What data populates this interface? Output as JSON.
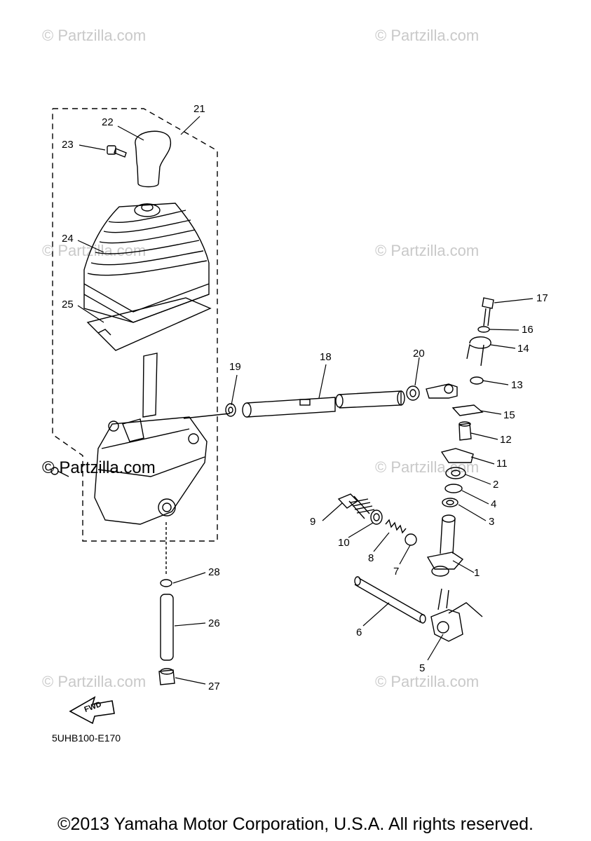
{
  "watermark": "© Partzilla.com",
  "diagram_code": "5UHB100-E170",
  "fwd_label": "FWD",
  "copyright": "©2013 Yamaha Motor Corporation, U.S.A. All rights reserved.",
  "callouts": [
    "1",
    "2",
    "3",
    "4",
    "5",
    "6",
    "7",
    "8",
    "9",
    "10",
    "11",
    "12",
    "13",
    "14",
    "15",
    "16",
    "17",
    "18",
    "19",
    "20",
    "21",
    "22",
    "23",
    "24",
    "25",
    "26",
    "27",
    "28"
  ]
}
